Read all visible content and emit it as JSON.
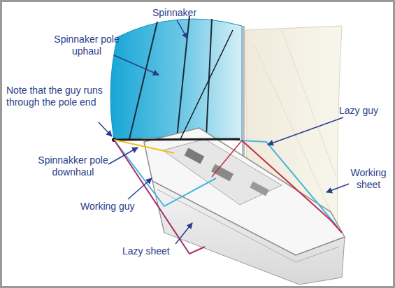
{
  "diagram": {
    "labels": [
      "Spinnaker",
      "Spinnaker pole uphaul",
      "Note that the guy runs through the pole end",
      "Spinnakker pole downhaul",
      "Working guy",
      "Lazy sheet",
      "Lazy guy",
      "Working sheet"
    ]
  }
}
